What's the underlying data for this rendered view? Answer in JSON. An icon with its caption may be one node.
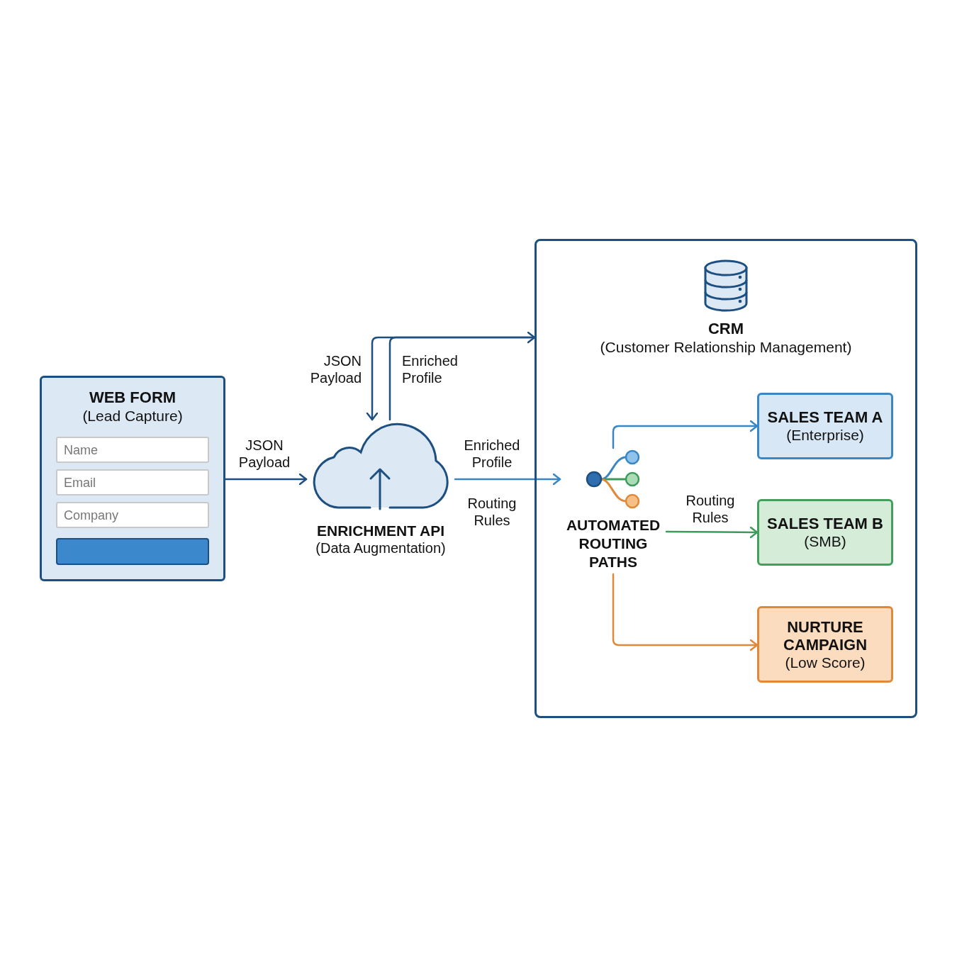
{
  "diagram": {
    "nodes": [
      {
        "text": [
          "WEB FORM",
          "(Lead Capture)"
        ]
      },
      {
        "text": [
          "Name"
        ],
        "in": 0
      },
      {
        "text": [
          "Email"
        ],
        "in": 0
      },
      {
        "text": [
          "Company"
        ],
        "in": 0
      },
      {
        "text": [],
        "shape": "bar",
        "in": 0
      },
      {
        "text": [
          "ENRICHMENT API",
          "(Data Augmentation)"
        ]
      },
      {
        "text": [
          "CRM",
          "(Customer Relationship Management)"
        ]
      },
      {
        "text": [
          "AUTOMATED ROUTING PATHS"
        ],
        "in": 6
      },
      {
        "text": [
          "SALES TEAM A",
          "(Enterprise)"
        ],
        "in": 6
      },
      {
        "text": [
          "SALES TEAM B",
          "(SMB)"
        ],
        "in": 6
      },
      {
        "text": [
          "NURTURE CAMPAIGN",
          "(Low Score)"
        ],
        "in": 6
      }
    ],
    "edges": [
      {
        "from": 0,
        "to": 5,
        "arrow": "to",
        "label": "JSON Payload"
      },
      {
        "from": 6,
        "to": 5,
        "arrow": "to",
        "label": "JSON Payload"
      },
      {
        "from": 5,
        "to": 6,
        "arrow": "to",
        "label": "Enriched Profile"
      },
      {
        "from": 5,
        "to": 7,
        "arrow": "to",
        "label": "Enriched Profile",
        "color": "#3a86c2"
      },
      {
        "from": 7,
        "to": 8,
        "arrow": "to",
        "color": "#3a86c2"
      },
      {
        "from": 7,
        "to": 9,
        "arrow": "to",
        "label": "Routing Rules",
        "color": "#3e9b5c"
      },
      {
        "from": 7,
        "to": 10,
        "arrow": "to",
        "color": "#e0893a"
      }
    ],
    "labels": [
      "Routing Rules"
    ]
  }
}
